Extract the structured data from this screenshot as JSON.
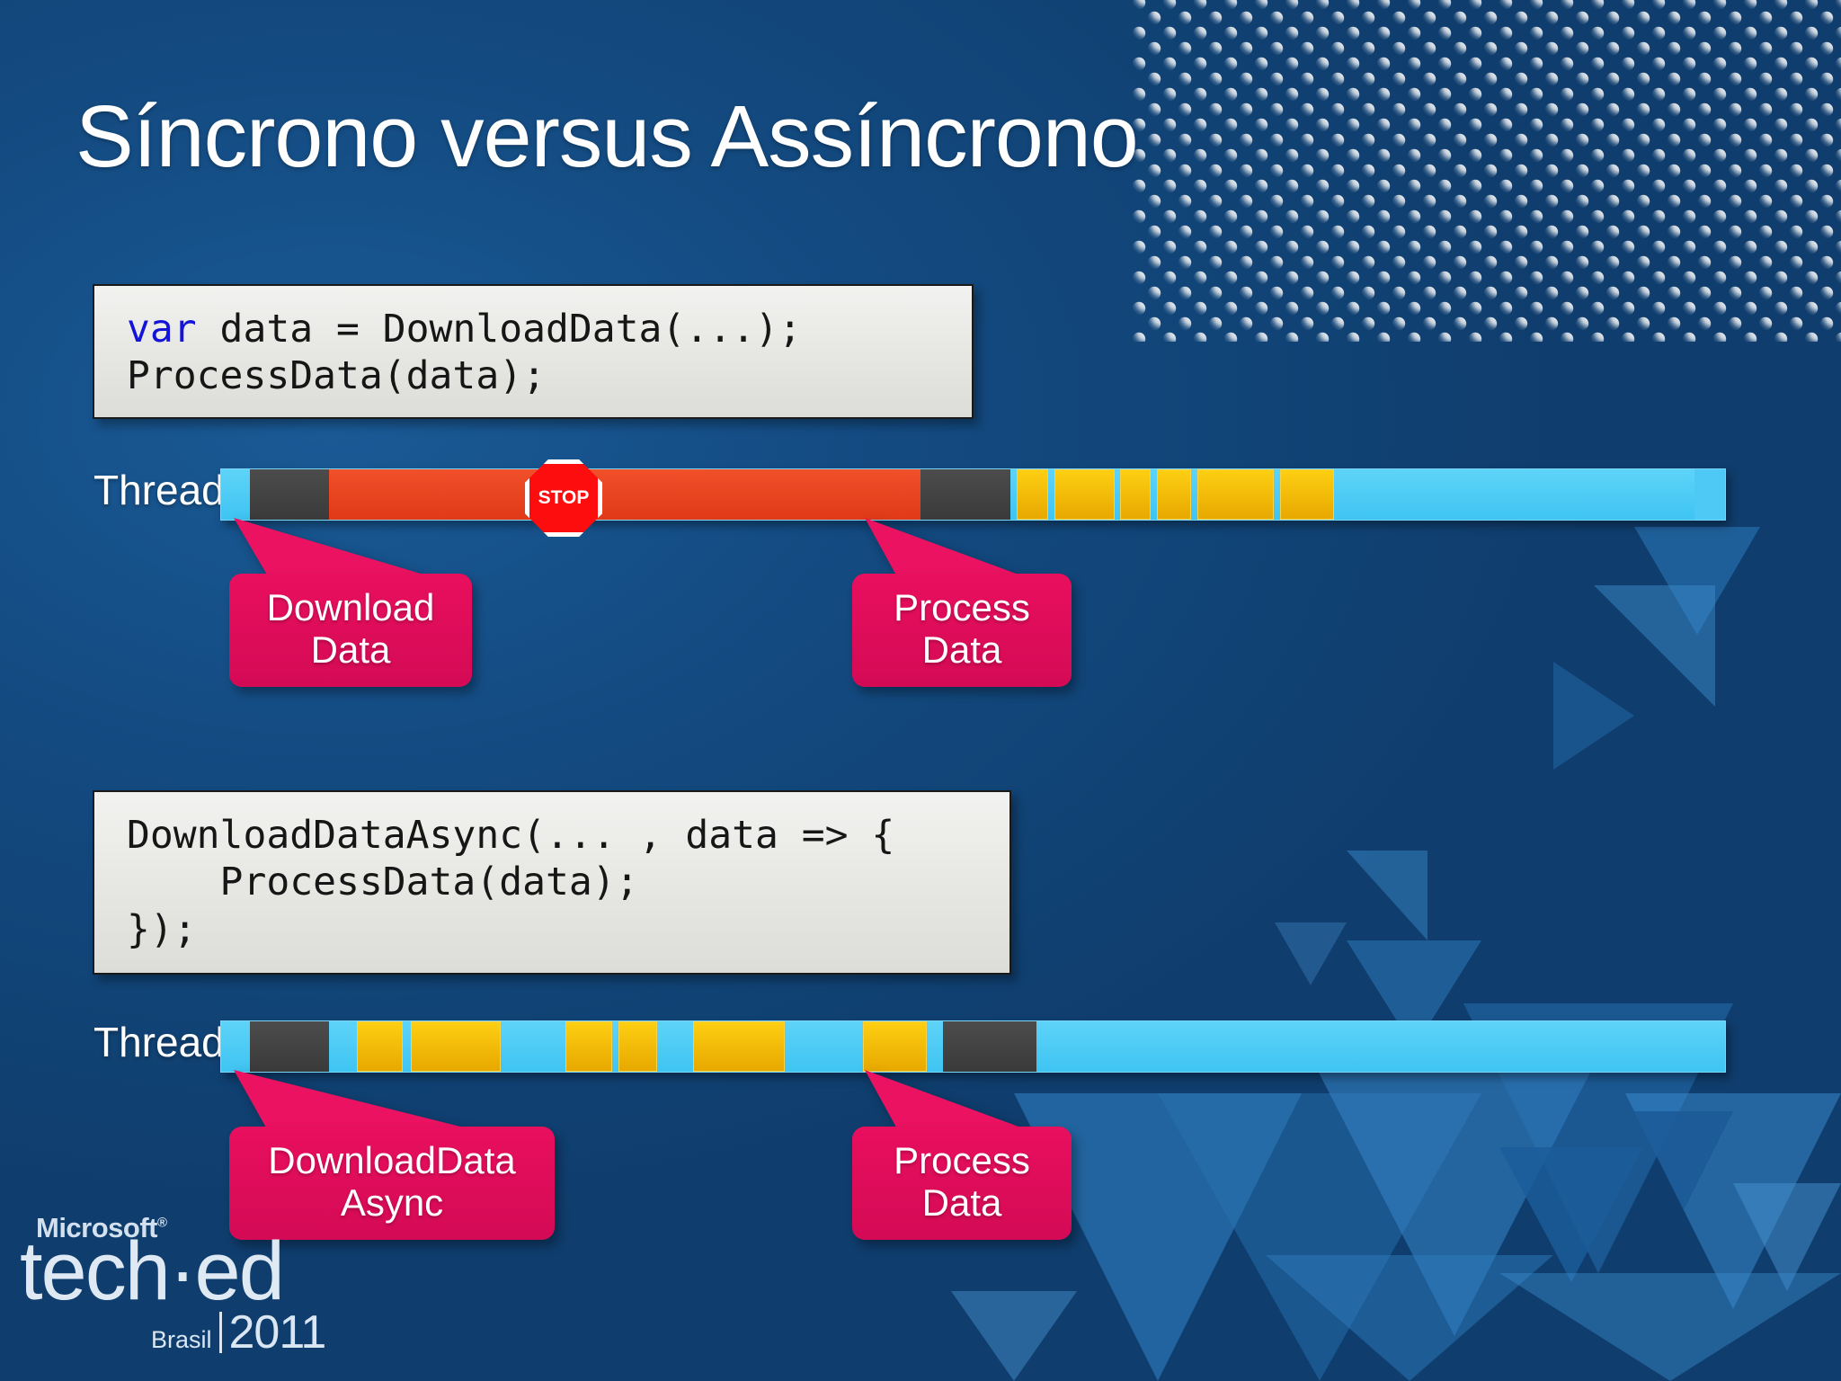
{
  "slide": {
    "title": "Síncrono versus Assíncrono",
    "background_color": "#134a80",
    "accent_pink": "#e80f5e",
    "accent_cyan": "#4ec9f5",
    "accent_yellow": "#fdcf12",
    "accent_red": "#f0502a",
    "accent_gray": "#4c4c4c"
  },
  "code_sync": {
    "line1_keyword": "var",
    "line1_rest": " data = DownloadData(...);",
    "line2": "ProcessData(data);"
  },
  "code_async": {
    "line1": "DownloadDataAsync(... , data => {",
    "line2": "    ProcessData(data);",
    "line3": "});"
  },
  "timeline_sync": {
    "label": "Thread",
    "stop_text": "STOP",
    "segments": [
      {
        "type": "cyan",
        "width_pct": 1.9
      },
      {
        "type": "gray",
        "width_pct": 5.3
      },
      {
        "type": "red",
        "width_pct": 39.3
      },
      {
        "type": "gray",
        "width_pct": 6.0
      },
      {
        "type": "cyan",
        "width_pct": 0.4
      },
      {
        "type": "yellow",
        "width_pct": 2.1
      },
      {
        "type": "cyan",
        "width_pct": 0.4
      },
      {
        "type": "yellow",
        "width_pct": 4.0
      },
      {
        "type": "cyan",
        "width_pct": 0.4
      },
      {
        "type": "yellow",
        "width_pct": 2.0
      },
      {
        "type": "cyan",
        "width_pct": 0.4
      },
      {
        "type": "yellow",
        "width_pct": 2.3
      },
      {
        "type": "cyan",
        "width_pct": 0.4
      },
      {
        "type": "yellow",
        "width_pct": 5.1
      },
      {
        "type": "cyan",
        "width_pct": 0.4
      },
      {
        "type": "yellow",
        "width_pct": 3.6
      },
      {
        "type": "cyan",
        "width_pct": 24.0
      }
    ]
  },
  "timeline_async": {
    "label": "Thread",
    "segments": [
      {
        "type": "cyan",
        "width_pct": 1.9
      },
      {
        "type": "gray",
        "width_pct": 5.3
      },
      {
        "type": "cyan",
        "width_pct": 1.8
      },
      {
        "type": "yellow",
        "width_pct": 3.1
      },
      {
        "type": "cyan",
        "width_pct": 0.5
      },
      {
        "type": "yellow",
        "width_pct": 6.0
      },
      {
        "type": "cyan",
        "width_pct": 4.3
      },
      {
        "type": "yellow",
        "width_pct": 3.1
      },
      {
        "type": "cyan",
        "width_pct": 0.4
      },
      {
        "type": "yellow",
        "width_pct": 2.6
      },
      {
        "type": "cyan",
        "width_pct": 2.4
      },
      {
        "type": "yellow",
        "width_pct": 6.1
      },
      {
        "type": "cyan",
        "width_pct": 5.2
      },
      {
        "type": "yellow",
        "width_pct": 4.2
      },
      {
        "type": "cyan",
        "width_pct": 1.1
      },
      {
        "type": "gray",
        "width_pct": 6.2
      },
      {
        "type": "cyan",
        "width_pct": 45.8
      }
    ]
  },
  "callouts": {
    "sync_download": {
      "line1": "Download",
      "line2": "Data"
    },
    "sync_process": {
      "line1": "Process",
      "line2": "Data"
    },
    "async_download": {
      "line1": "DownloadData",
      "line2": "Async"
    },
    "async_process": {
      "line1": "Process",
      "line2": "Data"
    }
  },
  "logo": {
    "microsoft": "Microsoft",
    "registered": "®",
    "teched": "tech·ed",
    "brasil": "Brasil",
    "year": "2011"
  }
}
